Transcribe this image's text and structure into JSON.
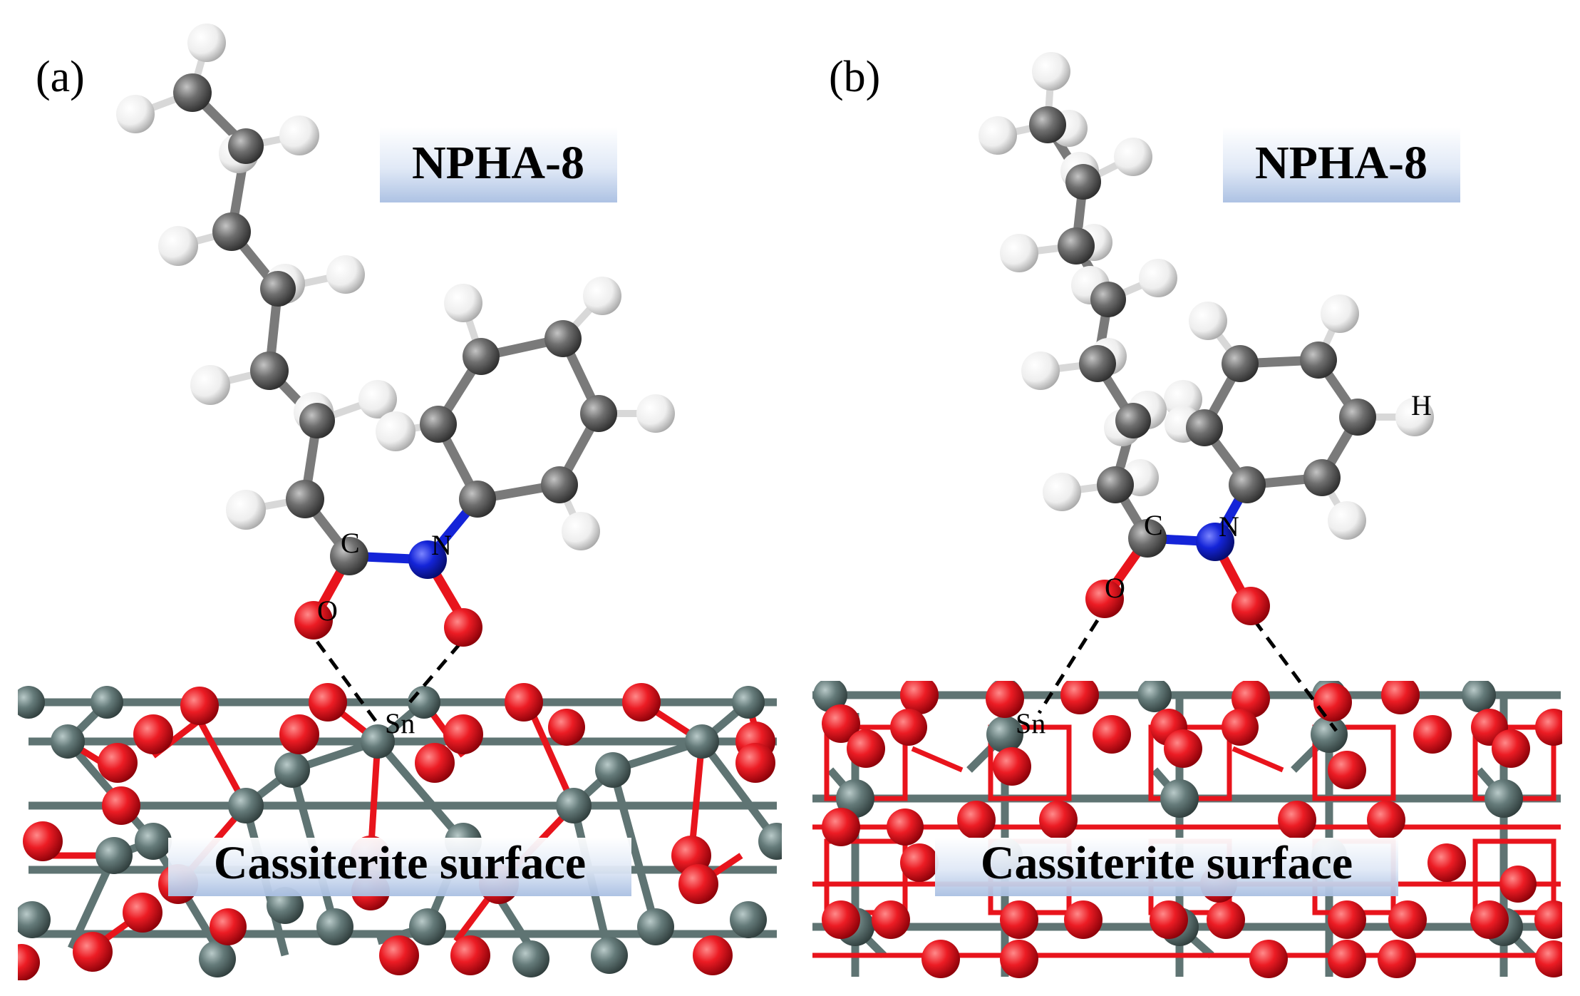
{
  "figure": {
    "panels": [
      {
        "id": "a",
        "label": "(a)",
        "molecule_title": "NPHA-8",
        "surface_label": "Cassiterite surface",
        "atom_labels": {
          "C": "C",
          "N": "N",
          "O": "O",
          "Sn": "Sn"
        }
      },
      {
        "id": "b",
        "label": "(b)",
        "molecule_title": "NPHA-8",
        "surface_label": "Cassiterite surface",
        "atom_labels": {
          "C": "C",
          "N": "N",
          "O": "O",
          "Sn": "Sn",
          "H": "H"
        }
      }
    ],
    "colors": {
      "oxygen": "#e8141c",
      "tin": "#5f7473",
      "carbon": "#6b6b6b",
      "hydrogen": "#f2f2f2",
      "nitrogen": "#1424d8",
      "bond_red": "#e8141c",
      "bond_tin": "#5f7473",
      "banner": "#c5d6ee"
    }
  }
}
